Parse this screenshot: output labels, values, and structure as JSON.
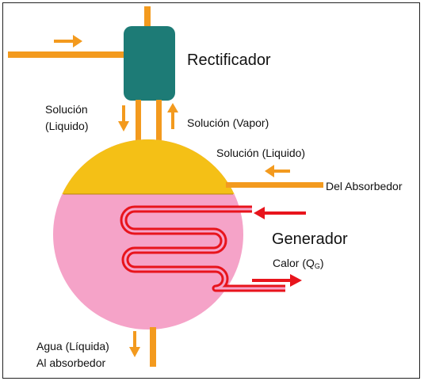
{
  "labels": {
    "rectificador": "Rectificador",
    "solucion_liquido_top_1": "Solución",
    "solucion_liquido_top_2": "(Liquido)",
    "solucion_vapor": "Solución (Vapor)",
    "solucion_liquido_right": "Solución (Liquido)",
    "del_absorbedor": "Del Absorbedor",
    "generador": "Generador",
    "calor": "Calor (Q",
    "calor_sub": "G",
    "calor_end": ")",
    "agua_liquida": "Agua (Líquida)",
    "al_absorbedor": "Al absorbedor"
  },
  "colors": {
    "pipe": "#f39a1e",
    "rectifier": "#1d7b76",
    "vapor_dome": "#f4c016",
    "liquid_body": "#f5a3c8",
    "heating_coil": "#e8141c",
    "heat_arrow": "#e8141c"
  }
}
